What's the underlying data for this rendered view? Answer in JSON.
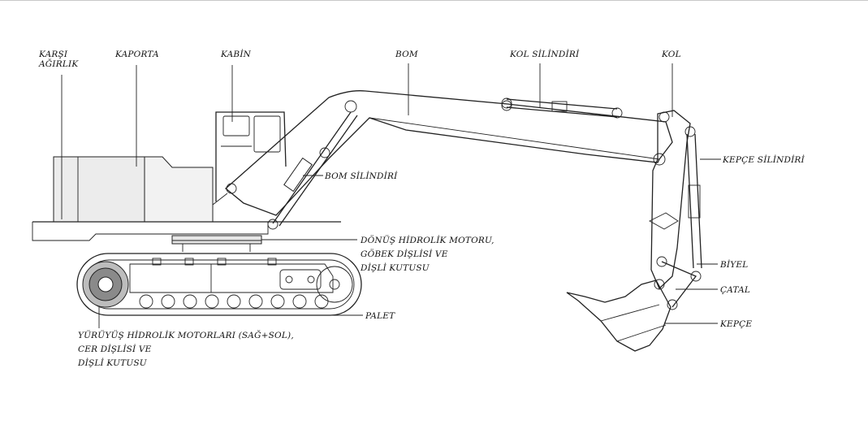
{
  "diagram": {
    "labels": {
      "karsi": "KARŞI",
      "agirlik": "AĞIRLIK",
      "kaporta": "KAPORTA",
      "kabin": "KABİN",
      "bom": "BOM",
      "kol_silindiri": "KOL SİLİNDİRİ",
      "kol": "KOL",
      "kepce_silindiri": "KEPÇE SİLİNDİRİ",
      "bom_silindiri": "BOM SİLİNDİRİ",
      "donus_1": "DÖNÜŞ HİDROLİK MOTORU,",
      "donus_2": "GÖBEK DİŞLİSİ VE",
      "donus_3": "DİŞLİ KUTUSU",
      "biyel": "BİYEL",
      "catal": "ÇATAL",
      "kepce": "KEPÇE",
      "palet": "PALET",
      "yuruyus_1": "YÜRÜYÜŞ HİDROLİK MOTORLARI (SAĞ+SOL),",
      "yuruyus_2": "CER DİŞLİSİ VE",
      "yuruyus_3": "DİŞLİ KUTUSU"
    }
  }
}
